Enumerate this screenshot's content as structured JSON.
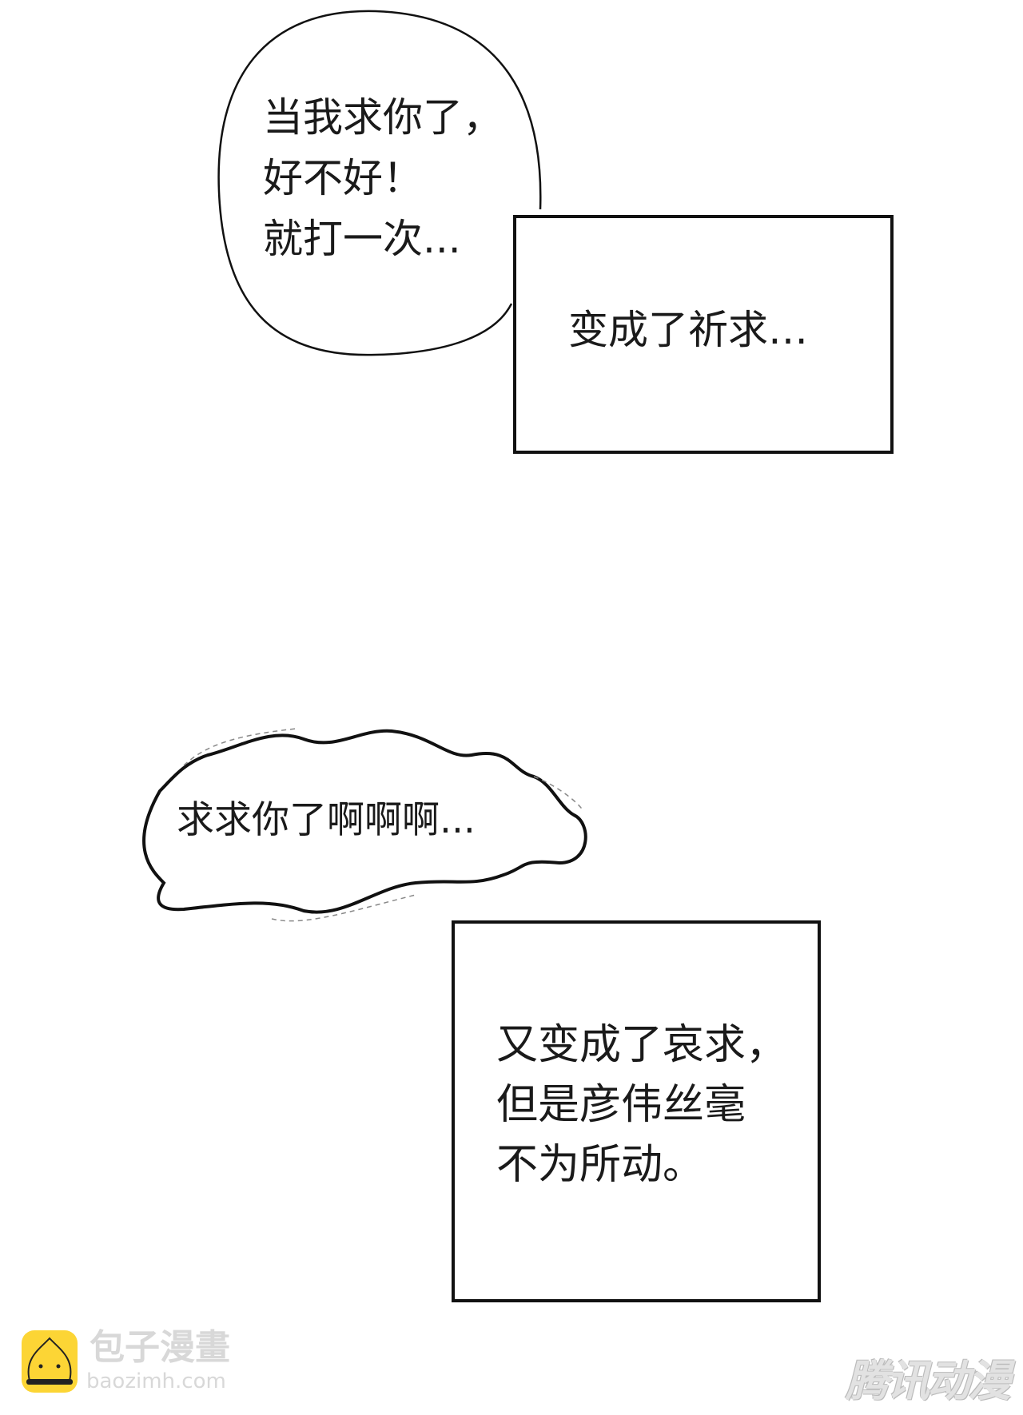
{
  "panels": {
    "speech_bubble_1": {
      "lines": [
        "当我求你了，",
        "好不好！",
        "就打一次..."
      ]
    },
    "caption_box_1": {
      "text": "变成了祈求…"
    },
    "cloud_bubble": {
      "text": "求求你了啊啊啊..."
    },
    "caption_box_2": {
      "lines": [
        "又变成了哀求，",
        "但是彦伟丝毫",
        "不为所动。"
      ]
    }
  },
  "watermarks": {
    "left_title": "包子漫畫",
    "left_url": "baozimh.com",
    "right_logo": "腾讯动漫",
    "logo_color": "#fcd535"
  }
}
